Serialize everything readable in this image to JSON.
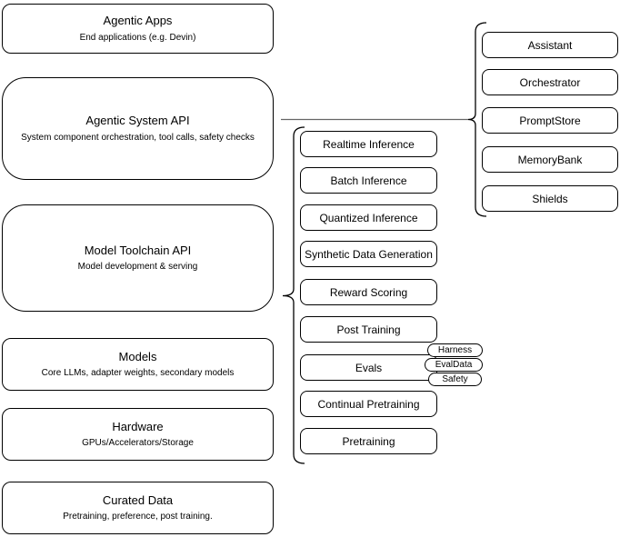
{
  "diagram": {
    "left_column": [
      {
        "title": "Agentic Apps",
        "subtitle": "End applications (e.g. Devin)"
      },
      {
        "title": "Agentic System API",
        "subtitle": "System component orchestration, tool calls, safety checks"
      },
      {
        "title": "Model Toolchain API",
        "subtitle": "Model development & serving"
      },
      {
        "title": "Models",
        "subtitle": "Core LLMs, adapter weights, secondary models"
      },
      {
        "title": "Hardware",
        "subtitle": "GPUs/Accelerators/Storage"
      },
      {
        "title": "Curated Data",
        "subtitle": "Pretraining, preference, post training."
      }
    ],
    "toolchain_group": [
      "Realtime Inference",
      "Batch Inference",
      "Quantized Inference",
      "Synthetic Data Generation",
      "Reward Scoring",
      "Post Training",
      "Evals",
      "Continual Pretraining",
      "Pretraining"
    ],
    "eval_tags": [
      "Harness",
      "EvalData",
      "Safety"
    ],
    "system_group": [
      "Assistant",
      "Orchestrator",
      "PromptStore",
      "MemoryBank",
      "Shields"
    ],
    "colors": {
      "stroke": "#000000",
      "connector": "#666666",
      "fill": "#ffffff",
      "text": "#000000"
    }
  }
}
